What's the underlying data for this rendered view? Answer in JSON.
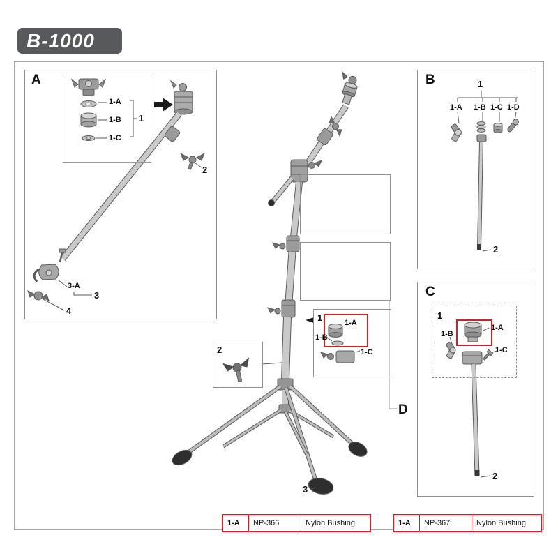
{
  "title": "B-1000",
  "panel_a": {
    "label": "A",
    "callout_1a": "1-A",
    "callout_1b": "1-B",
    "callout_1c": "1-C",
    "callout_1": "1",
    "callout_2": "2",
    "callout_3a": "3-A",
    "callout_3": "3",
    "callout_4": "4"
  },
  "panel_b": {
    "label": "B",
    "callout_1": "1",
    "callout_1a": "1-A",
    "callout_1b": "1-B",
    "callout_1c": "1-C",
    "callout_1d": "1-D",
    "callout_2": "2"
  },
  "panel_c": {
    "label": "C",
    "callout_1": "1",
    "callout_1a": "1-A",
    "callout_1b": "1-B",
    "callout_1c": "1-C",
    "callout_2": "2"
  },
  "panel_d": {
    "label": "D"
  },
  "main_stand": {
    "callout_1": "1",
    "callout_1a": "1-A",
    "callout_1b": "1-B",
    "callout_1c": "1-C",
    "callout_2": "2",
    "callout_3": "3"
  },
  "parts_tables": [
    {
      "ref": "1-A",
      "part_number": "NP-366",
      "description": "Nylon Bushing"
    },
    {
      "ref": "1-A",
      "part_number": "NP-367",
      "description": "Nylon Bushing"
    }
  ],
  "colors": {
    "banner_bg": "#58595b",
    "highlight": "#cc2127",
    "line": "#8a8a8a"
  }
}
